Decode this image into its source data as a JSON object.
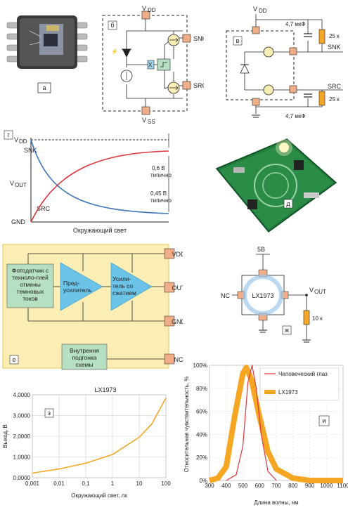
{
  "panels": {
    "a": "а",
    "b": "б",
    "v": "в",
    "g": "г",
    "d": "д",
    "e": "е",
    "zh": "ж",
    "z": "з",
    "i": "и"
  },
  "panel_b": {
    "vdd": "V",
    "vdd_sub": "DD",
    "vss": "V",
    "vss_sub": "SS",
    "snk": "SNK",
    "src": "SRC",
    "x": "X"
  },
  "panel_v": {
    "vdd": "V",
    "vdd_sub": "DD",
    "cap_top": "4,7 мкФ",
    "cap_bot": "4,7 мкФ",
    "res_top": "25 к",
    "res_bot": "25 к",
    "snk": "SNK",
    "src": "SRC"
  },
  "panel_g": {
    "vdd": "V",
    "vdd_sub": "DD",
    "vout": "V",
    "vout_sub": "OUT",
    "gnd": "GND",
    "snk": "SNK",
    "src": "SRC",
    "ann_top_val": "0,6 В",
    "ann_top_txt": "типично",
    "ann_bot_val": "0,45 В",
    "ann_bot_txt": "типично",
    "xlabel": "Окружающий свет"
  },
  "panel_e": {
    "block1": "Фотодатчик с техноло-гией отмены темновых токов",
    "block2": "Пред-усилитель",
    "block3": "Усили-тель со сжатием",
    "block4": "Внутрення подгонка схемы",
    "pins": [
      "VDD",
      "OUT",
      "GND",
      "NC"
    ]
  },
  "panel_zh": {
    "supply": "5В",
    "chip": "LX1973",
    "nc": "NC",
    "vout": "V",
    "vout_sub": "OUT",
    "res": "10 к"
  },
  "colors": {
    "panel_bg": "#fbeeb4",
    "panel_border": "#e6c65a",
    "green_block": "#b7dfc1",
    "amp": "#6cc3e8",
    "pin": "#f0ae88",
    "curve_orange": "#f5a623",
    "curve_red": "#e0343b",
    "curve_blue": "#3f73b8"
  },
  "chart_z": {
    "type": "line",
    "title": "LX1973",
    "xlabel": "Окружающий свет, лк",
    "ylabel": "Выход, В",
    "xscale": "log",
    "xticks": [
      "0,001",
      "0,01",
      "0,1",
      "1",
      "10",
      "100"
    ],
    "yticks": [
      "0,0000",
      "1,0000",
      "2,0000",
      "3,0000",
      "4,0000"
    ],
    "xlim": [
      0.001,
      100
    ],
    "ylim": [
      0,
      4
    ],
    "grid": true,
    "series": [
      {
        "x": [
          0.001,
          0.01,
          0.1,
          1,
          10,
          30,
          100
        ],
        "y": [
          0.22,
          0.42,
          0.7,
          1.12,
          1.95,
          2.6,
          3.85
        ]
      }
    ]
  },
  "chart_i": {
    "type": "line",
    "xlabel": "Длина волны, нм",
    "ylabel": "Относительная чувствительность, %",
    "xticks": [
      "300",
      "400",
      "500",
      "600",
      "700",
      "800",
      "900",
      "1000",
      "1100"
    ],
    "yticks": [
      "0%",
      "20%",
      "40%",
      "60%",
      "80%",
      "100%"
    ],
    "xlim": [
      300,
      1100
    ],
    "ylim": [
      0,
      100
    ],
    "grid": true,
    "legend_position": "top-right",
    "series": [
      {
        "name": "Человеческий глаз",
        "x": [
          400,
          460,
          500,
          530,
          555,
          580,
          610,
          650,
          700
        ],
        "y": [
          0,
          5,
          30,
          85,
          100,
          80,
          40,
          8,
          0
        ]
      },
      {
        "name": "LX1973",
        "x": [
          300,
          350,
          400,
          450,
          500,
          520,
          550,
          600,
          650,
          700,
          800,
          900,
          1000,
          1100
        ],
        "y": [
          0,
          2,
          12,
          55,
          93,
          98,
          88,
          55,
          25,
          10,
          2,
          0,
          0,
          0
        ]
      }
    ]
  }
}
